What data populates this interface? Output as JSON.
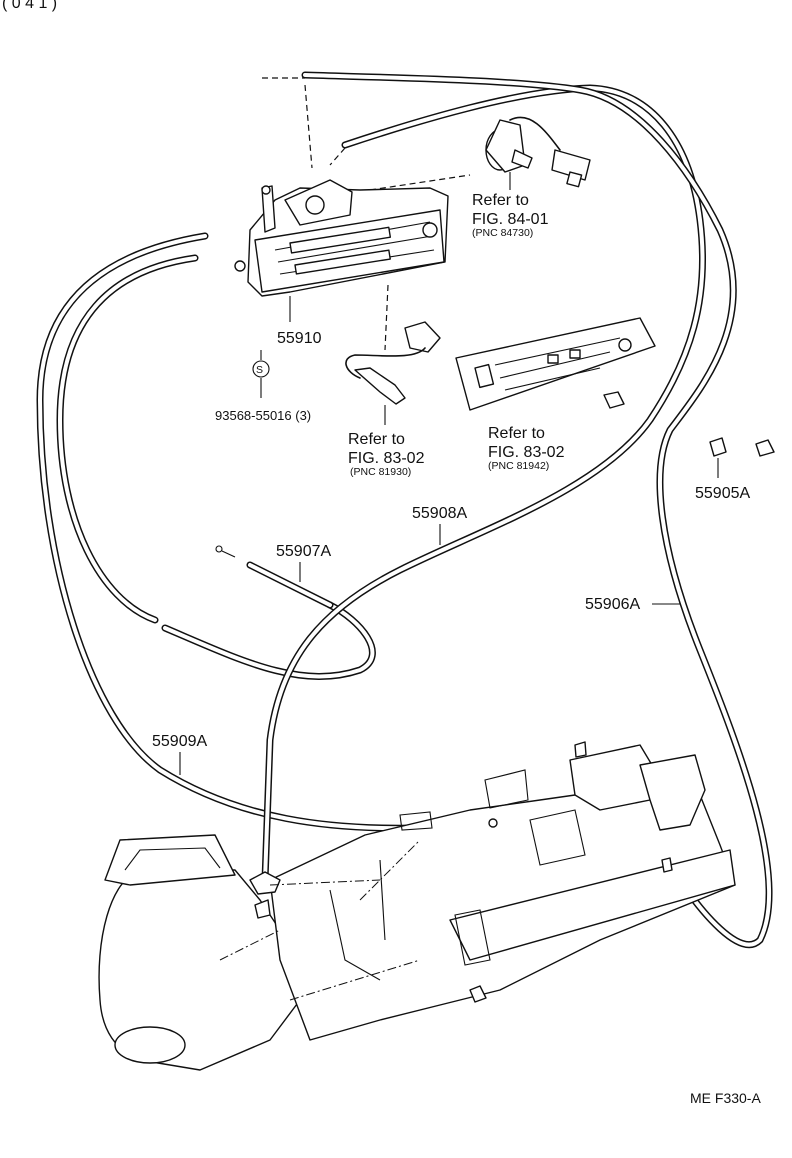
{
  "header_fragment": "( 0 4 1      )",
  "parts": {
    "control_assembly": "55910",
    "screw": "93568-55016 (3)",
    "screw_symbol": "S",
    "cable_1": "55905A",
    "cable_2": "55906A",
    "cable_3": "55907A",
    "cable_4": "55908A",
    "cable_5": "55909A"
  },
  "references": [
    {
      "line1": "Refer to",
      "line2": "FIG. 84-01",
      "pnc": "(PNC 84730)"
    },
    {
      "line1": "Refer to",
      "line2": "FIG. 83-02",
      "pnc": "(PNC 81930)"
    },
    {
      "line1": "Refer to",
      "line2": "FIG. 83-02",
      "pnc": "(PNC 81942)"
    }
  ],
  "figure_code": "ME  F330-A"
}
